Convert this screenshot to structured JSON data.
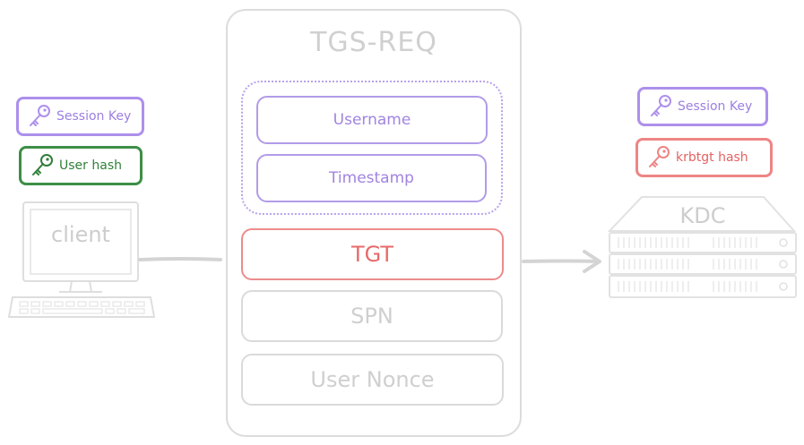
{
  "request": {
    "title": "TGS-REQ",
    "fields": {
      "username": "Username",
      "timestamp": "Timestamp",
      "tgt": "TGT",
      "spn": "SPN",
      "user_nonce": "User Nonce"
    }
  },
  "client": {
    "label": "client",
    "keys": {
      "session_key": "Session Key",
      "user_hash": "User hash"
    }
  },
  "kdc": {
    "label": "KDC",
    "keys": {
      "session_key": "Session Key",
      "krbtgt_hash": "krbtgt hash"
    }
  },
  "colors": {
    "purple": "#ad90ec",
    "green": "#3e8e46",
    "red": "#ee8585",
    "grey": "#dcdcdc"
  },
  "icons": [
    "key-icon",
    "computer-icon",
    "server-rack-icon",
    "arrow-right-icon"
  ]
}
